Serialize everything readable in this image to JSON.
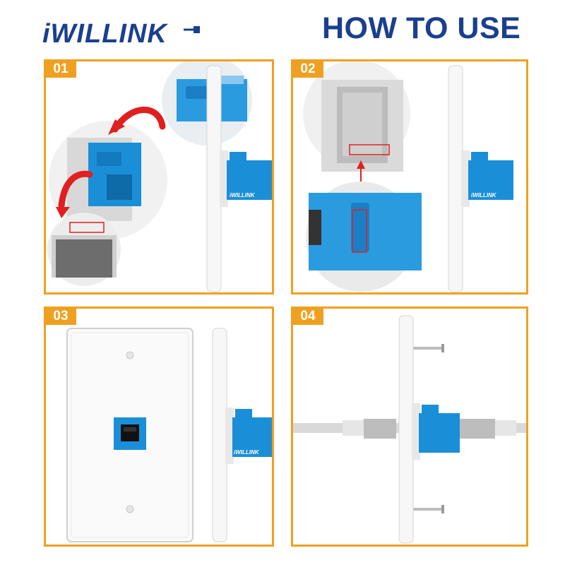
{
  "header": {
    "brand": "iWILLINK",
    "title": "HOW TO USE"
  },
  "steps": [
    {
      "number": "01"
    },
    {
      "number": "02"
    },
    {
      "number": "03"
    },
    {
      "number": "04"
    }
  ],
  "product": {
    "keystone_logo": "iWILLINK"
  },
  "colors": {
    "brand": "#1b3f8f",
    "accent": "#f0a020",
    "jack_blue": "#1a8fd8",
    "arrow_red": "#e02020"
  }
}
